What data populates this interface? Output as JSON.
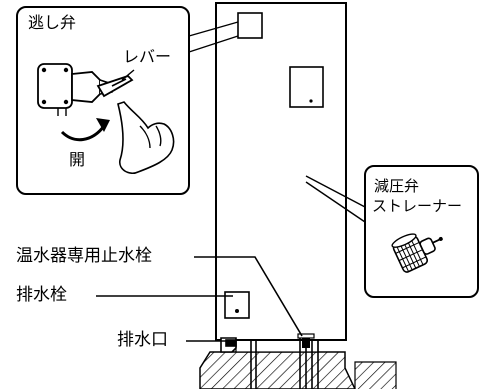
{
  "labels": {
    "relief_valve": "逃し弁",
    "lever": "レバー",
    "open": "開",
    "pressure_reducing_valve": "減圧弁",
    "strainer": "ストレーナー",
    "heater_stop_cock": "温水器専用止水栓",
    "drain_cock": "排水栓",
    "drain_outlet": "排水口"
  }
}
